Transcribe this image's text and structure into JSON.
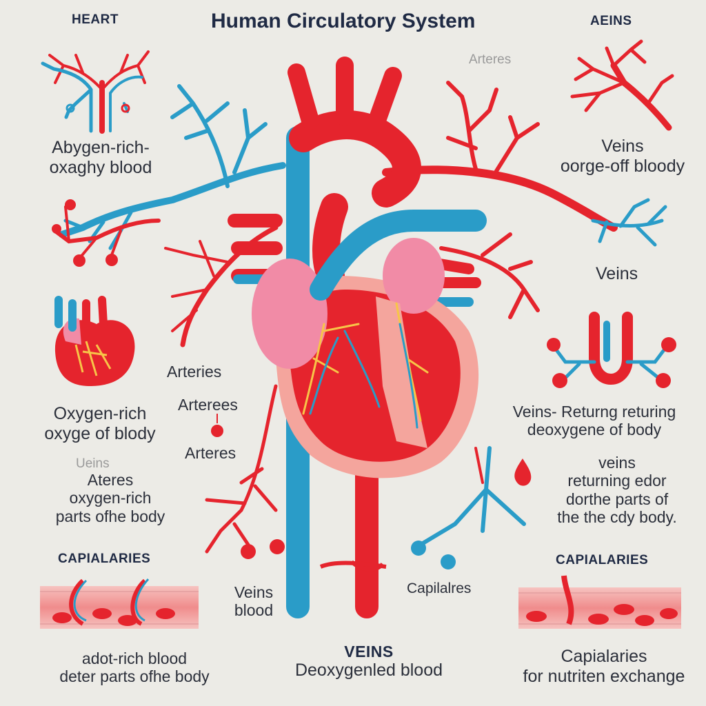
{
  "title": "Human Circulatory System",
  "colors": {
    "artery": "#e5242d",
    "vein": "#2a9cc8",
    "heart_wall": "#f4a59d",
    "atrium": "#f18ba6",
    "background": "#ecebe6",
    "text": "#2b2f3a"
  },
  "labels": {
    "heart_header": "HEART",
    "veins_header": "AEINS",
    "faint_top": "Arteres",
    "tl_line1": "Abygen-rich-",
    "tl_line2": "oxaghy blood",
    "tr_line1": "Veins",
    "tr_line2": "oorge-off bloody",
    "veins_right": "Veins",
    "arteries_1": "Arteries",
    "arteries_2": "Arterees",
    "arteries_3": "Arteres",
    "left_mid_1": "Oxygen-rich",
    "left_mid_2": "oxyge of blody",
    "faint_left": "Ueins",
    "left_low_1": "Ateres",
    "left_low_2": "oxygen-rich",
    "left_low_3": "parts ofhe body",
    "right_mid_1": "Veins- Returng returing",
    "right_mid_2": "deoxygene of body",
    "right_low_1": "veins",
    "right_low_2": "returning edor",
    "right_low_3": "dorthe parts of",
    "right_low_4": "the the cdy body.",
    "capillaries_left_header": "CAPIALARIES",
    "capillaries_right_header": "CAPIALARIES",
    "veins_blood_1": "Veins",
    "veins_blood_2": "blood",
    "capillaries_mid": "Capilalres",
    "bottom_left_1": "adot-rich blood",
    "bottom_left_2": "deter parts ofhe body",
    "bottom_center_1": "VEINS",
    "bottom_center_2": "Deoxygenled blood",
    "bottom_right_1": "Capialaries",
    "bottom_right_2": "for nutriten exchange"
  }
}
